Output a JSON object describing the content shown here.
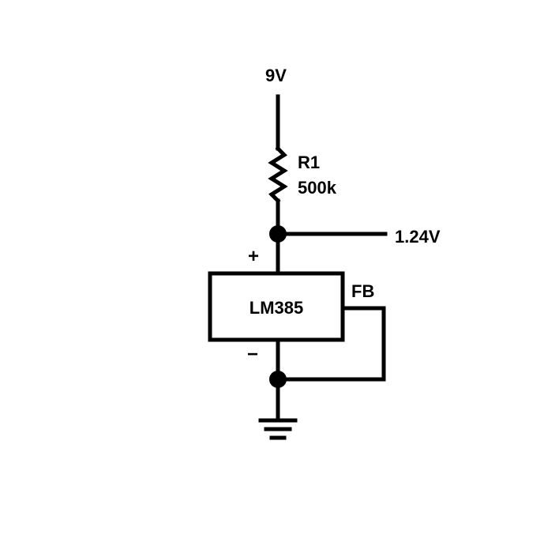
{
  "supply": {
    "label": "9V"
  },
  "resistor": {
    "name": "R1",
    "value": "500k"
  },
  "output": {
    "label": "1.24V"
  },
  "ic": {
    "name": "LM385",
    "pin_plus": "+",
    "pin_minus": "−",
    "pin_fb": "FB"
  },
  "colors": {
    "ink": "#000000",
    "background": "#ffffff"
  },
  "icons": {
    "ground": "ground-symbol",
    "node": "junction-dot"
  }
}
